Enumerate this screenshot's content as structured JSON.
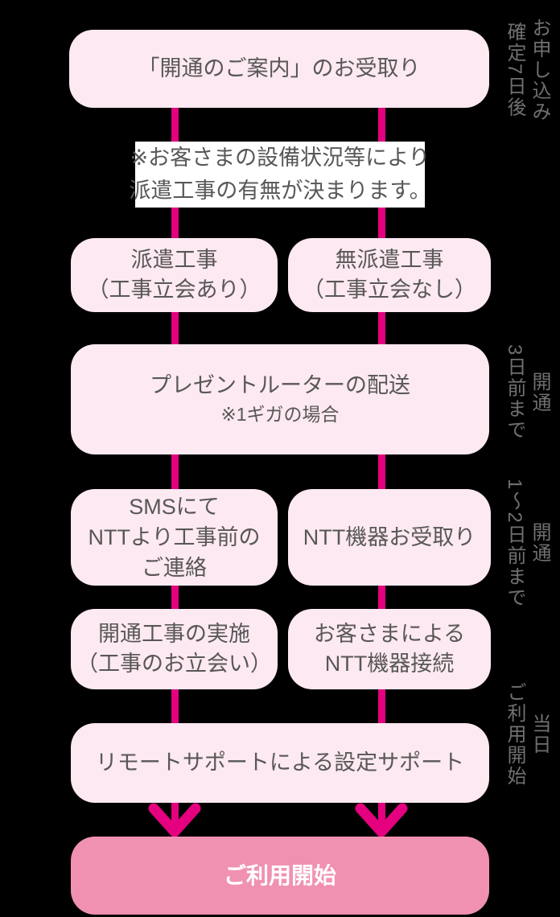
{
  "flow": {
    "step1": {
      "label": "「開通のご案内」のお受取り"
    },
    "note": {
      "line1": "※お客さまの設備状況等により",
      "line2": "派遣工事の有無が決まります。"
    },
    "dispatch": {
      "line1": "派遣工事",
      "line2": "（工事立会あり）"
    },
    "no_dispatch": {
      "line1": "無派遣工事",
      "line2": "（工事立会なし）"
    },
    "router": {
      "line1": "プレゼントルーターの配送",
      "line2": "※1ギガの場合"
    },
    "sms": {
      "line1": "SMSにて",
      "line2": "NTTより工事前の",
      "line3": "ご連絡"
    },
    "ntt_receive": {
      "label": "NTT機器お受取り"
    },
    "construction": {
      "line1": "開通工事の実施",
      "line2": "（工事のお立会い）"
    },
    "customer_connect": {
      "line1": "お客さまによる",
      "line2": "NTT機器接続"
    },
    "remote_support": {
      "label": "リモートサポートによる設定サポート"
    },
    "start": {
      "label": "ご利用開始"
    }
  },
  "timeline": {
    "apply": {
      "right": "お申し込み",
      "left": "確定7日後"
    },
    "before3": {
      "right": "開通",
      "left": "3日前まで"
    },
    "before12": {
      "right": "開通",
      "left": "1〜2日前まで"
    },
    "day": {
      "right": "当日",
      "left": "ご利用開始"
    }
  },
  "colors": {
    "background": "#000000",
    "accent_line": "#e4007f",
    "step_box": "#fce9f1",
    "start_box": "#f191b1",
    "box_text": "#595757",
    "timeline_text": "#707070",
    "note_bg": "#ffffff",
    "start_text": "#ffffff"
  }
}
